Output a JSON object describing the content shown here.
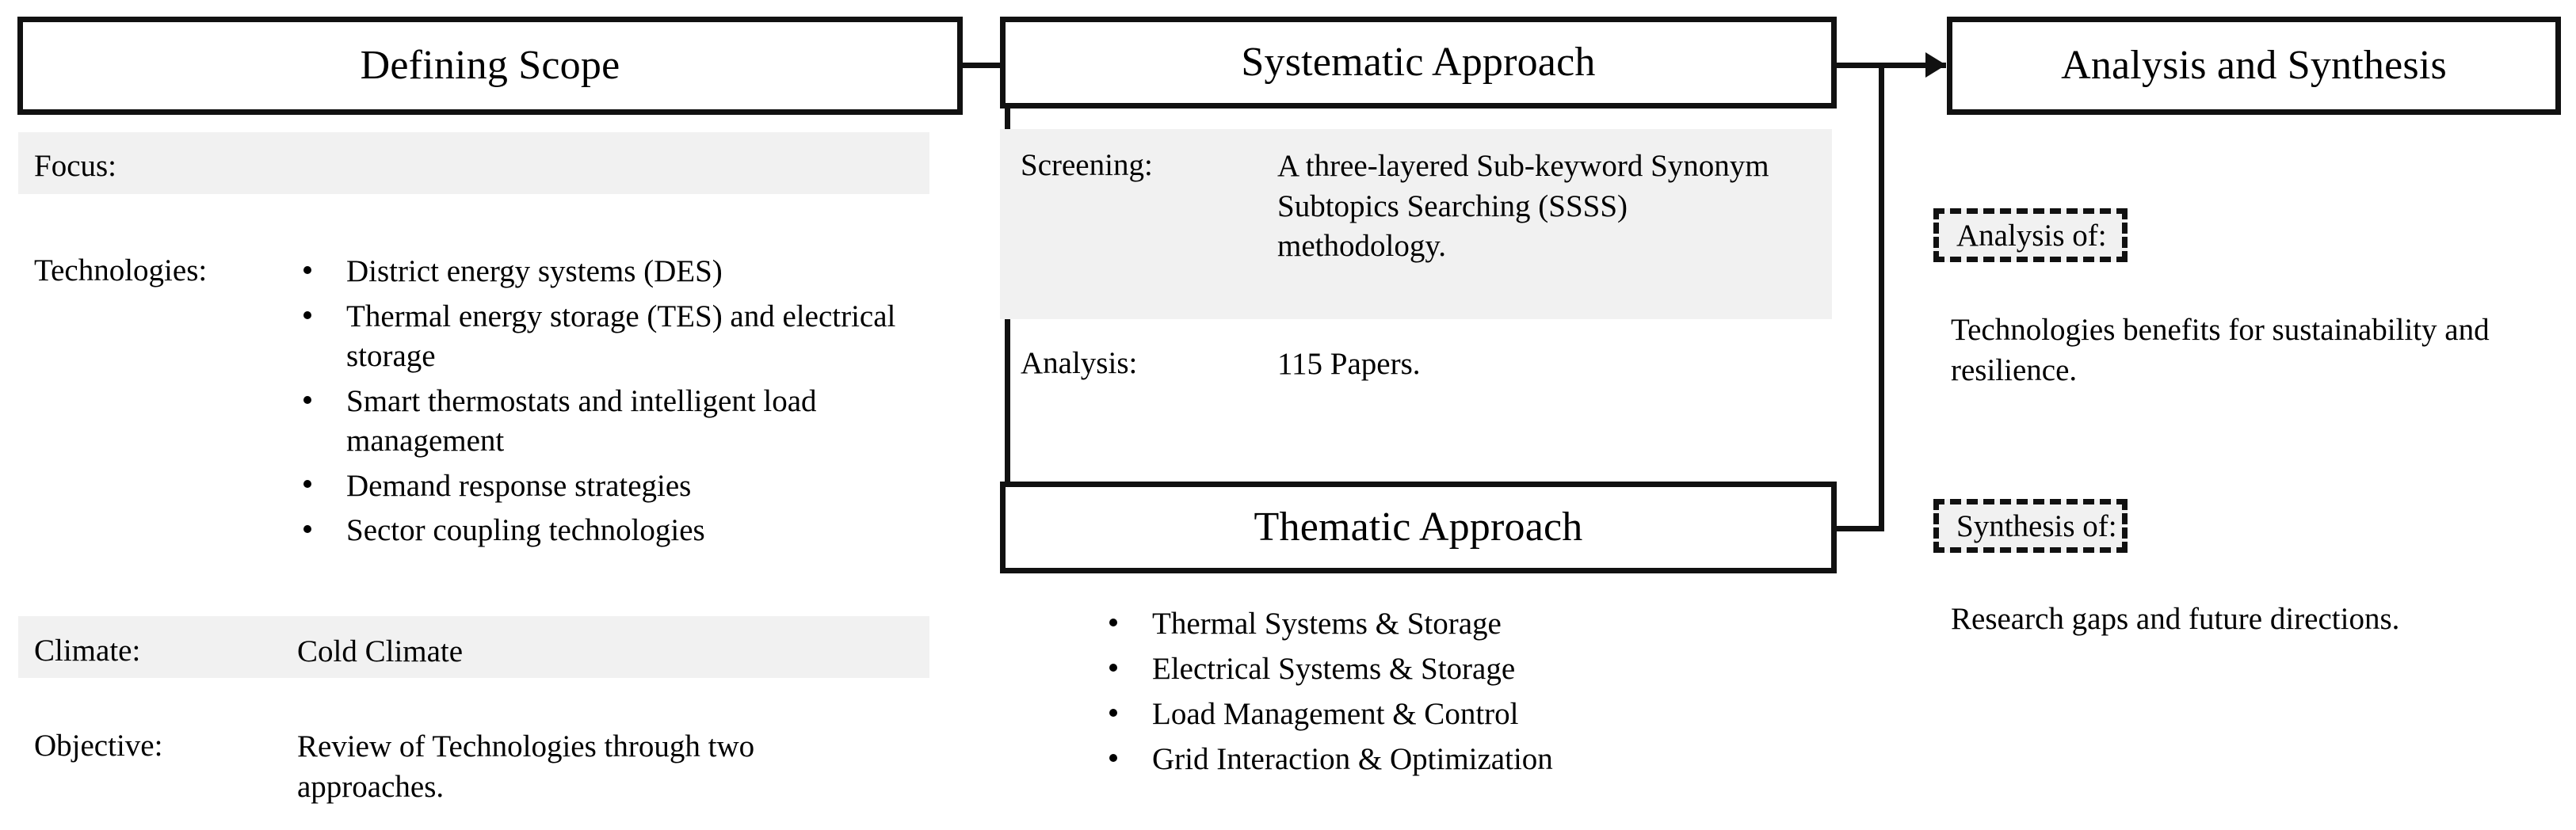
{
  "diagram": {
    "title": "Research Methodology Flow Diagram",
    "accent_color": "#111111",
    "band_color": "#f1f1f1",
    "background": "#ffffff"
  },
  "columns": {
    "defining_scope": {
      "header": "Defining Scope",
      "rows": [
        {
          "label": "Focus:",
          "value": "",
          "shaded": true
        },
        {
          "label": "Technologies:",
          "shaded": false,
          "bullets": [
            "District energy systems (DES)",
            "Thermal energy storage (TES) and electrical storage",
            "Smart thermostats and intelligent load management",
            "Demand response strategies",
            "Sector coupling technologies"
          ]
        },
        {
          "label": "Climate:",
          "value": "Cold Climate",
          "shaded": true
        },
        {
          "label": "Objective:",
          "value": "Review of Technologies through two approaches.",
          "shaded": false
        }
      ]
    },
    "systematic_approach": {
      "header": "Systematic Approach",
      "rows": [
        {
          "label": "Screening:",
          "value": "A three-layered Sub-keyword Synonym Subtopics Searching (SSSS) methodology.",
          "shaded": true
        },
        {
          "label": "Analysis:",
          "value": "115 Papers.",
          "shaded": false
        }
      ]
    },
    "thematic_approach": {
      "header": "Thematic Approach",
      "bullets": [
        "Thermal Systems & Storage",
        "Electrical Systems & Storage",
        "Load Management & Control",
        "Grid Interaction & Optimization"
      ]
    },
    "analysis_and_synthesis": {
      "header": "Analysis and Synthesis",
      "blocks": [
        {
          "tag": "Analysis of:",
          "text": "Technologies benefits for sustainability and resilience."
        },
        {
          "tag": "Synthesis of:",
          "text": "Research gaps and future directions."
        }
      ]
    }
  },
  "connectors": [
    {
      "name": "scope-to-systematic",
      "from": "Defining Scope",
      "to": "Systematic Approach"
    },
    {
      "name": "scope-to-thematic",
      "from": "Defining Scope",
      "to": "Thematic Approach"
    },
    {
      "name": "systematic-to-analysis",
      "from": "Systematic Approach",
      "to": "Analysis and Synthesis"
    },
    {
      "name": "thematic-to-analysis",
      "from": "Thematic Approach",
      "to": "Analysis and Synthesis"
    }
  ]
}
